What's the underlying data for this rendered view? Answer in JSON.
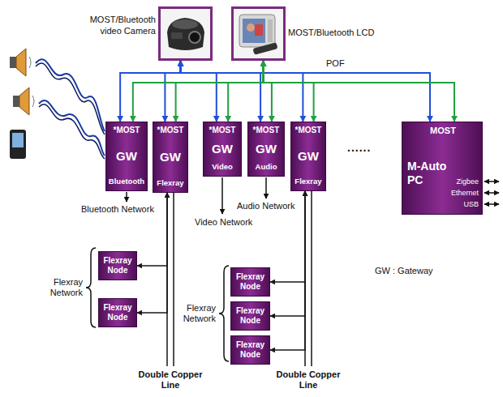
{
  "diagram": {
    "nodes": [
      {
        "text": [
          "MOST/Bluetooth video Camera"
        ]
      },
      {
        "text": [
          "MOST/Bluetooth LCD"
        ]
      },
      {
        "text": [
          "*MOST",
          "GW",
          "Bluetooth"
        ]
      },
      {
        "text": [
          "*MOST",
          "GW",
          "Flexray"
        ]
      },
      {
        "text": [
          "*MOST",
          "GW",
          "Video"
        ]
      },
      {
        "text": [
          "*MOST",
          "GW",
          "Audio"
        ]
      },
      {
        "text": [
          "*MOST",
          "GW",
          "Flexray"
        ]
      },
      {
        "text": [
          "MOST",
          "M-Auto PC",
          "Zigbee",
          "Ethernet",
          "USB"
        ]
      },
      {
        "text": [
          "Flexray Node"
        ]
      },
      {
        "text": [
          "Flexray Node"
        ]
      },
      {
        "text": [
          "Flexray Node"
        ]
      },
      {
        "text": [
          "Flexray Node"
        ]
      },
      {
        "text": [
          "Flexray Node"
        ]
      }
    ],
    "edges": [
      {
        "from": 0,
        "to": 2,
        "arrow": "both"
      },
      {
        "from": 0,
        "to": 3,
        "arrow": "both"
      },
      {
        "from": 0,
        "to": 4,
        "arrow": "both"
      },
      {
        "from": 0,
        "to": 5,
        "arrow": "both"
      },
      {
        "from": 0,
        "to": 6,
        "arrow": "both"
      },
      {
        "from": 0,
        "to": 7,
        "arrow": "both"
      },
      {
        "from": 1,
        "to": 2,
        "arrow": "both"
      },
      {
        "from": 1,
        "to": 3,
        "arrow": "both"
      },
      {
        "from": 1,
        "to": 4,
        "arrow": "both"
      },
      {
        "from": 1,
        "to": 5,
        "arrow": "both"
      },
      {
        "from": 1,
        "to": 6,
        "arrow": "both"
      },
      {
        "from": 1,
        "to": 7,
        "arrow": "both"
      },
      {
        "from": 3,
        "to": 8,
        "arrow": "both"
      },
      {
        "from": 3,
        "to": 9,
        "arrow": "both"
      },
      {
        "from": 6,
        "to": 10,
        "arrow": "both"
      },
      {
        "from": 6,
        "to": 11,
        "arrow": "both"
      },
      {
        "from": 6,
        "to": 12,
        "arrow": "both"
      }
    ],
    "labels": [
      "POF",
      "......",
      "Bluetooth Network",
      "Video Network",
      "Audio Network",
      "Flexray Network",
      "Flexray Network",
      "Double Copper Line",
      "Double Copper Line",
      "GW : Gateway"
    ]
  }
}
